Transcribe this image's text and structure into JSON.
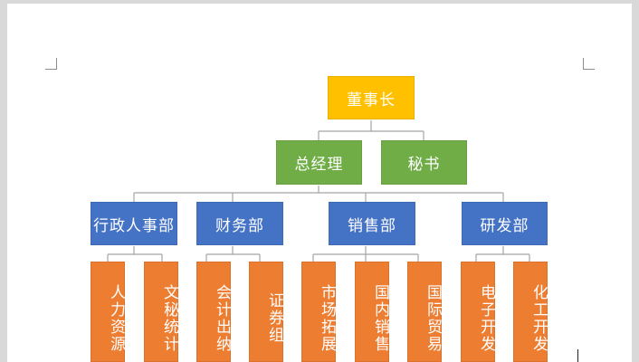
{
  "colors": {
    "chairman": "#ffc000",
    "management": "#70ad47",
    "department": "#4472c4",
    "team": "#ed7d31",
    "connector": "#a5a5a5"
  },
  "chart": {
    "chairman": "董事长",
    "general_manager": "总经理",
    "secretary": "秘书",
    "departments": [
      {
        "label": "行政人事部",
        "teams": [
          "人力资源",
          "文秘统计"
        ]
      },
      {
        "label": "财务部",
        "teams": [
          "会计出纳",
          "证券组"
        ]
      },
      {
        "label": "销售部",
        "teams": [
          "市场拓展",
          "国内销售",
          "国际贸易"
        ]
      },
      {
        "label": "研发部",
        "teams": [
          "电子开发",
          "化工开发"
        ]
      }
    ]
  }
}
